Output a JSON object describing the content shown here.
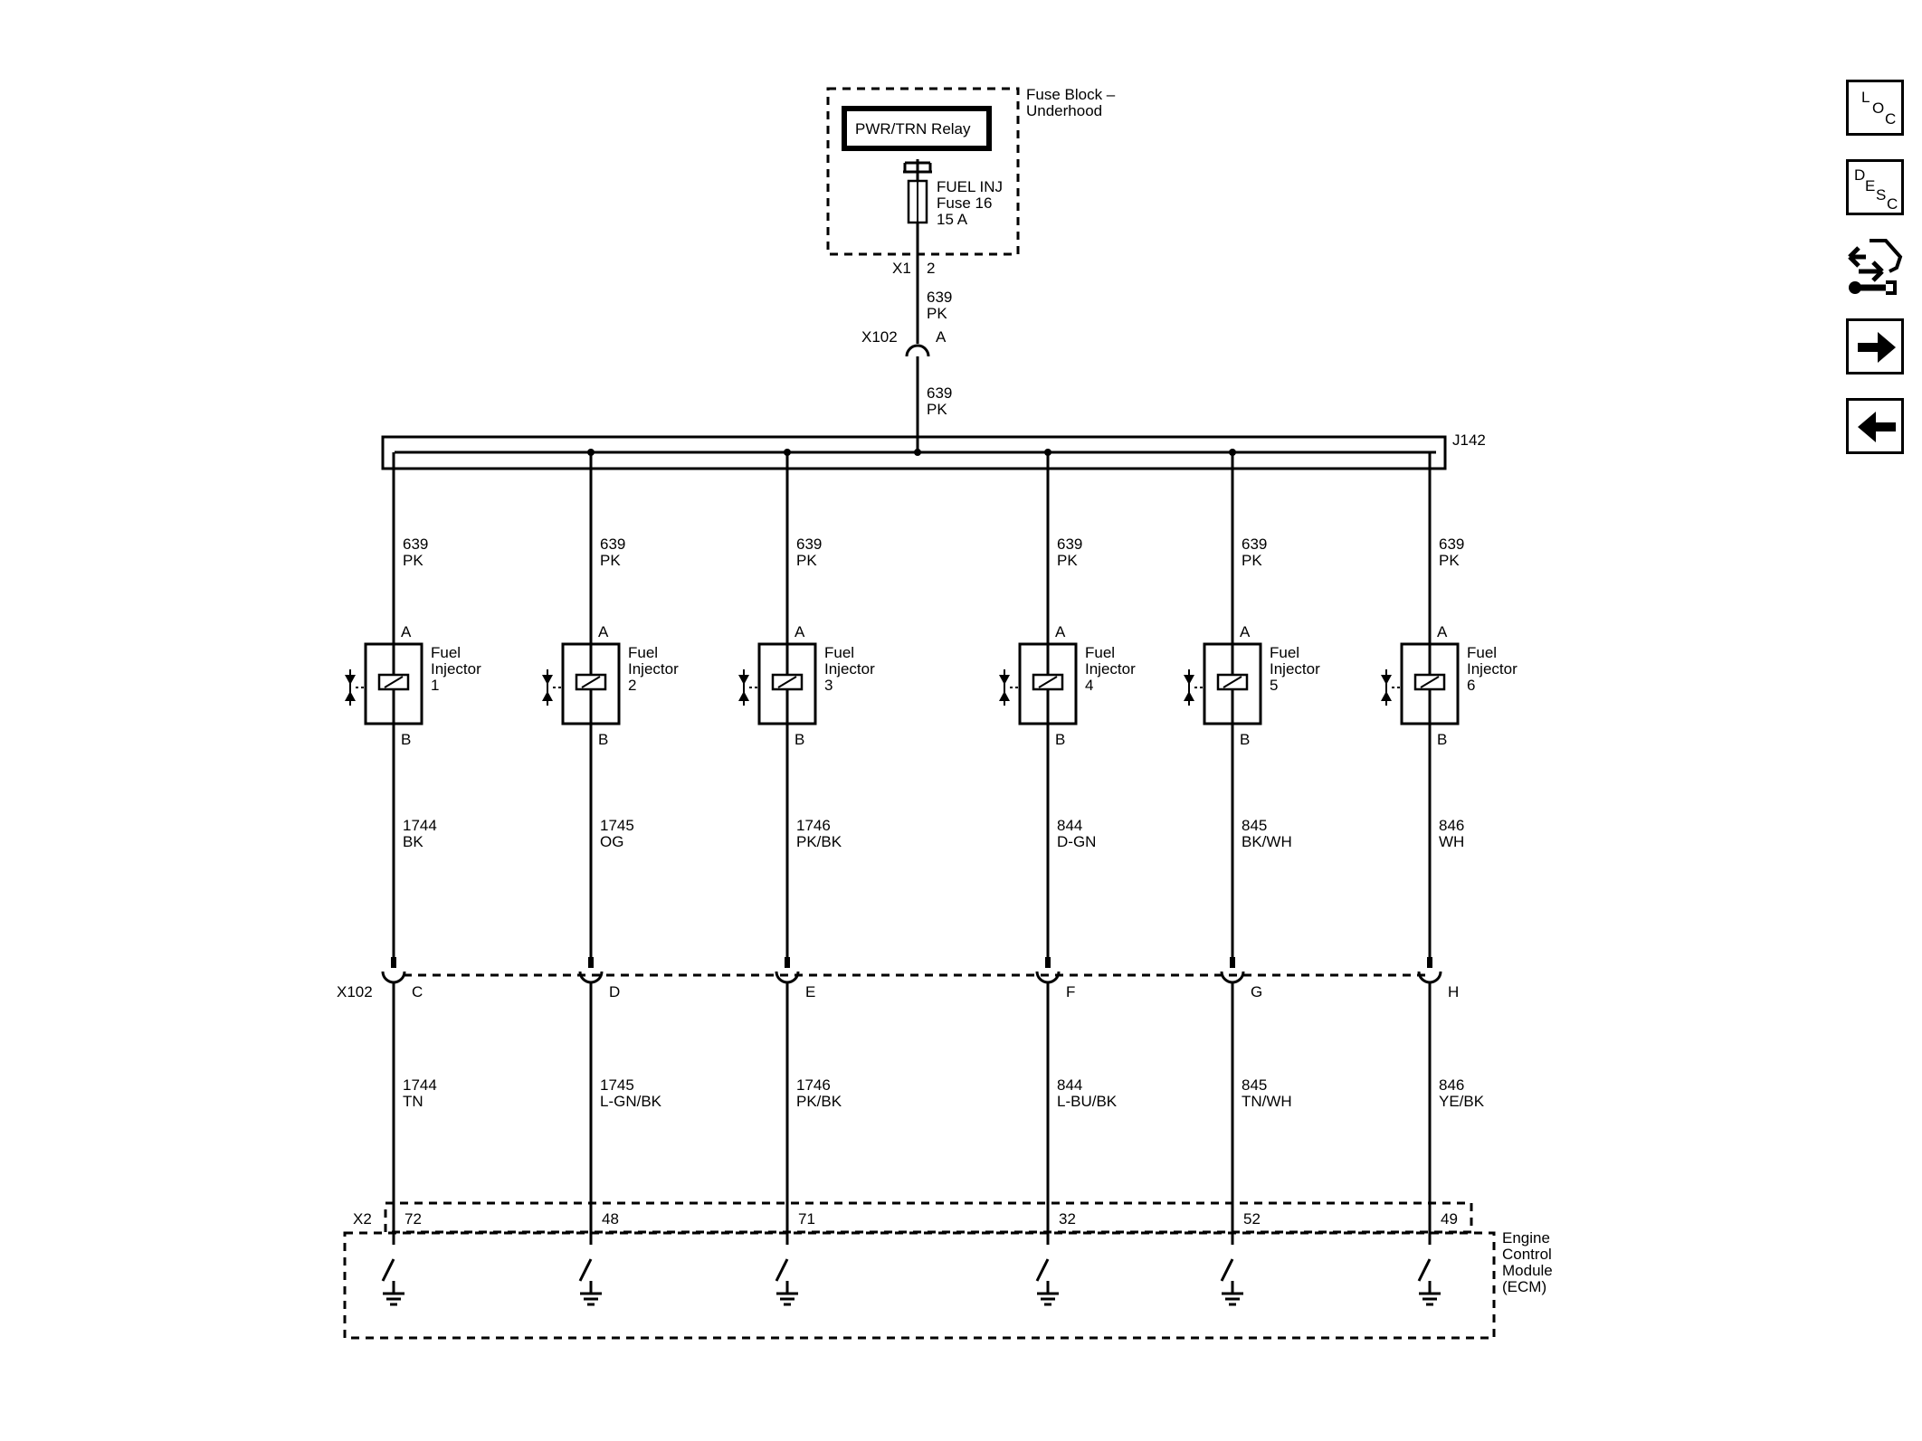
{
  "fuse_block": {
    "title_line1": "Fuse Block –",
    "title_line2": "Underhood",
    "relay": "PWR/TRN Relay",
    "fuse_line1": "FUEL INJ",
    "fuse_line2": "Fuse 16",
    "fuse_line3": "15 A",
    "connector": "X1",
    "pin": "2"
  },
  "feed_wire_upper": {
    "circuit": "639",
    "color": "PK"
  },
  "feed_connector": {
    "name": "X102",
    "pin": "A"
  },
  "feed_wire_lower": {
    "circuit": "639",
    "color": "PK"
  },
  "splice": {
    "name": "J142"
  },
  "injectors": [
    {
      "label": "Fuel",
      "label2": "Injector",
      "number": "1",
      "pin_a": "A",
      "pin_b": "B",
      "supply_circuit": "639",
      "supply_color": "PK",
      "ctrl_circuit": "1744",
      "ctrl_color_inj": "BK",
      "x102_pin": "C",
      "ctrl_color_ecm": "TN",
      "ecm_pin": "72"
    },
    {
      "label": "Fuel",
      "label2": "Injector",
      "number": "2",
      "pin_a": "A",
      "pin_b": "B",
      "supply_circuit": "639",
      "supply_color": "PK",
      "ctrl_circuit": "1745",
      "ctrl_color_inj": "OG",
      "x102_pin": "D",
      "ctrl_color_ecm": "L-GN/BK",
      "ecm_pin": "48"
    },
    {
      "label": "Fuel",
      "label2": "Injector",
      "number": "3",
      "pin_a": "A",
      "pin_b": "B",
      "supply_circuit": "639",
      "supply_color": "PK",
      "ctrl_circuit": "1746",
      "ctrl_color_inj": "PK/BK",
      "x102_pin": "E",
      "ctrl_color_ecm": "PK/BK",
      "ecm_pin": "71"
    },
    {
      "label": "Fuel",
      "label2": "Injector",
      "number": "4",
      "pin_a": "A",
      "pin_b": "B",
      "supply_circuit": "639",
      "supply_color": "PK",
      "ctrl_circuit": "844",
      "ctrl_color_inj": "D-GN",
      "x102_pin": "F",
      "ctrl_color_ecm": "L-BU/BK",
      "ecm_pin": "32"
    },
    {
      "label": "Fuel",
      "label2": "Injector",
      "number": "5",
      "pin_a": "A",
      "pin_b": "B",
      "supply_circuit": "639",
      "supply_color": "PK",
      "ctrl_circuit": "845",
      "ctrl_color_inj": "BK/WH",
      "x102_pin": "G",
      "ctrl_color_ecm": "TN/WH",
      "ecm_pin": "52"
    },
    {
      "label": "Fuel",
      "label2": "Injector",
      "number": "6",
      "pin_a": "A",
      "pin_b": "B",
      "supply_circuit": "639",
      "supply_color": "PK",
      "ctrl_circuit": "846",
      "ctrl_color_inj": "WH",
      "x102_pin": "H",
      "ctrl_color_ecm": "YE/BK",
      "ecm_pin": "49"
    }
  ],
  "inline_connector": {
    "name": "X102"
  },
  "ecm": {
    "connector": "X2",
    "line1": "Engine",
    "line2": "Control",
    "line3": "Module",
    "line4": "(ECM)"
  },
  "toolbar": {
    "loc": {
      "l1": "L",
      "l2": "O",
      "l3": "C",
      "icon": "location-icon"
    },
    "desc": {
      "l1": "D",
      "l2": "E",
      "l3": "S",
      "l4": "C",
      "icon": "description-icon"
    },
    "connector": {
      "icon": "connector-wrench-icon"
    },
    "next": {
      "icon": "arrow-right-icon"
    },
    "prev": {
      "icon": "arrow-left-icon"
    }
  }
}
